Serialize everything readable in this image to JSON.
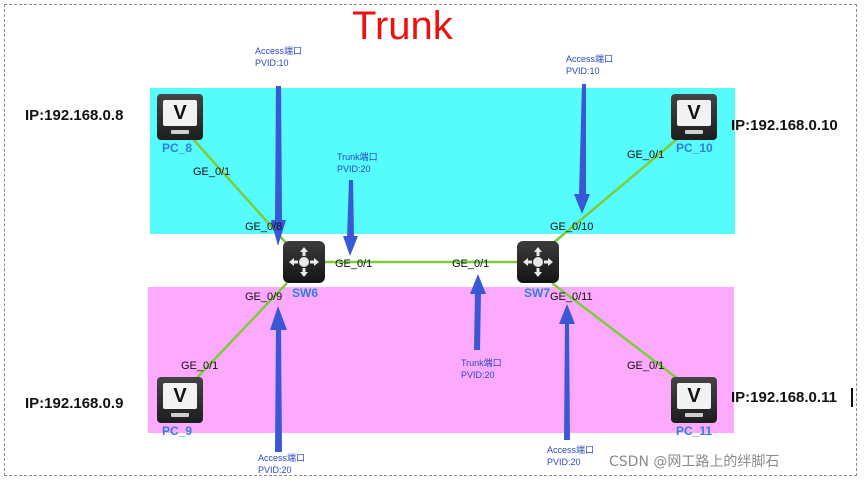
{
  "title": "Trunk",
  "devices": {
    "pc8": {
      "label": "PC_8",
      "ip": "IP:192.168.0.8"
    },
    "pc9": {
      "label": "PC_9",
      "ip": "IP:192.168.0.9"
    },
    "pc10": {
      "label": "PC_10",
      "ip": "IP:192.168.0.10"
    },
    "pc11": {
      "label": "PC_11",
      "ip": "IP:192.168.0.11"
    },
    "sw6": {
      "label": "SW6"
    },
    "sw7": {
      "label": "SW7"
    }
  },
  "ports": {
    "pc8_ge01": "GE_0/1",
    "pc9_ge01": "GE_0/1",
    "pc10_ge01": "GE_0/1",
    "pc11_ge01": "GE_0/1",
    "sw6_ge08": "GE_0/8",
    "sw6_ge09": "GE_0/9",
    "sw6_ge01": "GE_0/1",
    "sw7_ge01": "GE_0/1",
    "sw7_ge010": "GE_0/10",
    "sw7_ge011": "GE_0/11"
  },
  "annotations": {
    "sw6_ge08": {
      "mode": "Access端口",
      "pvid": "PVID:10"
    },
    "sw7_ge010": {
      "mode": "Access端口",
      "pvid": "PVID:10"
    },
    "sw6_ge01": {
      "mode": "Trunk端口",
      "pvid": "PVID:20"
    },
    "sw7_ge01": {
      "mode": "Trunk端口",
      "pvid": "PVID:20"
    },
    "sw6_ge09": {
      "mode": "Access端口",
      "pvid": "PVID:20"
    },
    "sw7_ge011": {
      "mode": "Access端口",
      "pvid": "PVID:20"
    }
  },
  "colors": {
    "vlan10_zone": "#56fbfb",
    "vlan20_zone": "#fdaafe",
    "link": "#7dcc3a",
    "arrow": "#3a57d6",
    "title": "#ee1111",
    "device_label": "#2f7fd8"
  },
  "watermark": "CSDN @网工路上的绊脚石"
}
